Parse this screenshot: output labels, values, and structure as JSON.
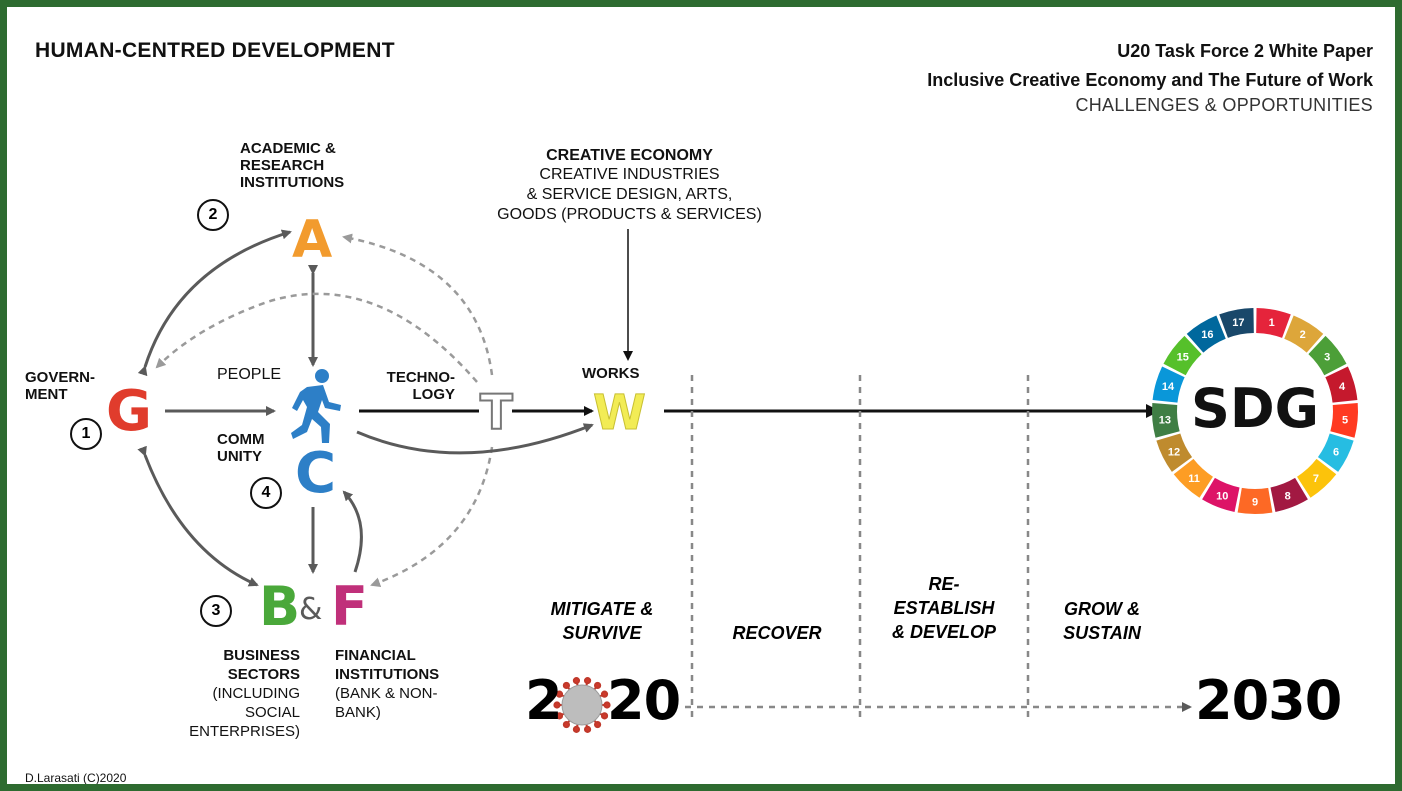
{
  "title": "HUMAN-CENTRED DEVELOPMENT",
  "header": {
    "line1": "U20 Task Force 2 White Paper",
    "line2": "Inclusive Creative Economy and The Future of Work",
    "line3": "CHALLENGES & OPPORTUNITIES"
  },
  "nodes": {
    "academic": {
      "letter": "A",
      "label1": "ACADEMIC &",
      "label2": "RESEARCH",
      "label3": "INSTITUTIONS",
      "num": "2"
    },
    "government": {
      "letter": "G",
      "label1": "GOVERN-",
      "label2": "MENT",
      "num": "1"
    },
    "community": {
      "letter": "C",
      "people": "PEOPLE",
      "label1": "COMM",
      "label2": "UNITY",
      "num": "4"
    },
    "technology": {
      "letter": "T",
      "label1": "TECHNO-",
      "label2": "LOGY"
    },
    "works": {
      "letter": "W",
      "label": "WORKS"
    },
    "business": {
      "letter_b": "B",
      "amp": "&",
      "letter_f": "F",
      "num": "3"
    }
  },
  "business_label": {
    "line1": "BUSINESS",
    "line2": "SECTORS",
    "line3": "(INCLUDING",
    "line4": "SOCIAL",
    "line5": "ENTERPRISES)"
  },
  "financial_label": {
    "line1": "FINANCIAL",
    "line2": "INSTITUTIONS",
    "line3": "(BANK & NON-",
    "line4": "BANK)"
  },
  "creative_economy": {
    "title": "CREATIVE ECONOMY",
    "line1": "CREATIVE INDUSTRIES",
    "line2": "& SERVICE DESIGN, ARTS,",
    "line3": "GOODS (PRODUCTS & SERVICES)"
  },
  "sdg": {
    "label": "SDG",
    "numbers": [
      "1",
      "2",
      "3",
      "4",
      "5",
      "6",
      "7",
      "8",
      "9",
      "10",
      "11",
      "12",
      "13",
      "14",
      "15",
      "16",
      "17"
    ]
  },
  "phases": [
    {
      "line1": "MITIGATE &",
      "line2": "SURVIVE"
    },
    {
      "line1": "",
      "line2": "RECOVER"
    },
    {
      "line1": "RE-",
      "line2": "ESTABLISH",
      "line3": "& DEVELOP"
    },
    {
      "line1": "GROW &",
      "line2": "SUSTAIN"
    }
  ],
  "years": {
    "start_a": "2",
    "start_b": "20",
    "end": "2030"
  },
  "credit": "D.Larasati (C)2020",
  "colors": {
    "frame": "#2e6b30",
    "academic": "#f29b2e",
    "government": "#e03c2c",
    "community": "#2d7fc7",
    "business": "#4aa83a",
    "financial": "#c0307a",
    "works": "#f2ec55",
    "arrow": "#5a5a5a",
    "dashed": "#9a9a9a"
  },
  "sdg_colors": [
    "#e5243b",
    "#dda63a",
    "#4c9f38",
    "#c5192d",
    "#ff3a21",
    "#26bde2",
    "#fcc30b",
    "#a21942",
    "#fd6925",
    "#dd1367",
    "#fd9d24",
    "#bf8b2e",
    "#3f7e44",
    "#0a97d9",
    "#56c02b",
    "#00689d",
    "#19486a"
  ]
}
